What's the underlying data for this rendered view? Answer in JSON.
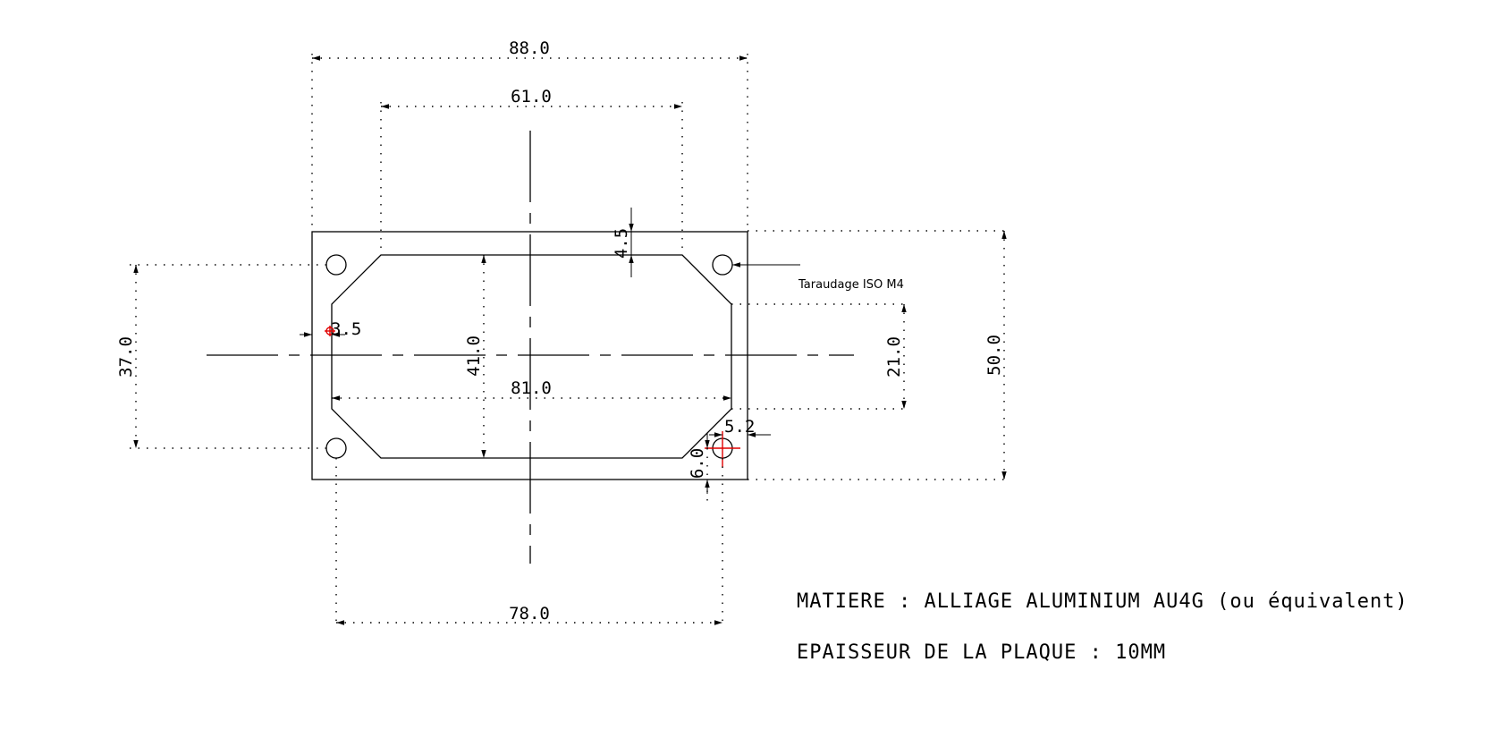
{
  "dimensions": {
    "overall_width": "88.0",
    "inner_top_width": "61.0",
    "inner_height_right": "21.0",
    "overall_height": "50.0",
    "pocket_height": "41.0",
    "pocket_width": "81.0",
    "hole_spacing_vertical": "37.0",
    "hole_spacing_horizontal": "78.0",
    "wall_top": "4.5",
    "hole_offset_left": "3.5",
    "hole_offset_right": "5.2",
    "hole_offset_bottom": "6.0"
  },
  "annotations": {
    "thread_callout": "Taraudage ISO M4"
  },
  "specifications": {
    "material": "MATIERE : ALLIAGE ALUMINIUM AU4G (ou équivalent)",
    "thickness": "EPAISSEUR DE LA PLAQUE : 10MM"
  },
  "colors": {
    "lines": "#000000",
    "highlight": "#e00000",
    "background": "#ffffff"
  }
}
